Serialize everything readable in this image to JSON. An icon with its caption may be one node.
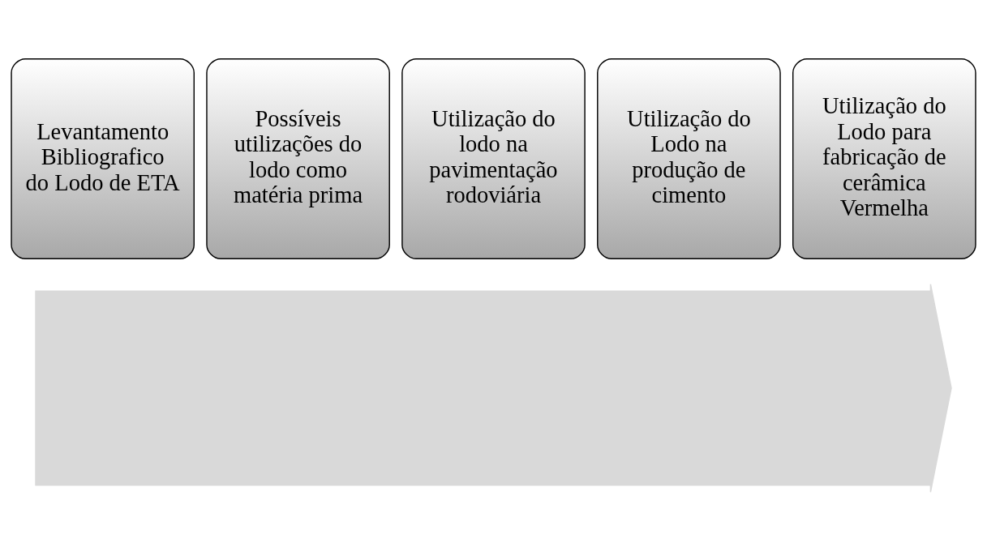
{
  "diagram": {
    "nodes": [
      {
        "text": [],
        "shape": "arrow"
      },
      {
        "text": [
          "Levantamento Bibliografico do Lodo de ETA"
        ]
      },
      {
        "text": [
          "Possíveis utilizações do lodo como matéria prima"
        ]
      },
      {
        "text": [
          "Utilização do lodo na pavimentação rodoviária"
        ]
      },
      {
        "text": [
          "Utilização do Lodo na produção de cimento"
        ]
      },
      {
        "text": [
          "Utilização do Lodo para fabricação de cerâmica Vermelha"
        ]
      }
    ],
    "edges": []
  }
}
